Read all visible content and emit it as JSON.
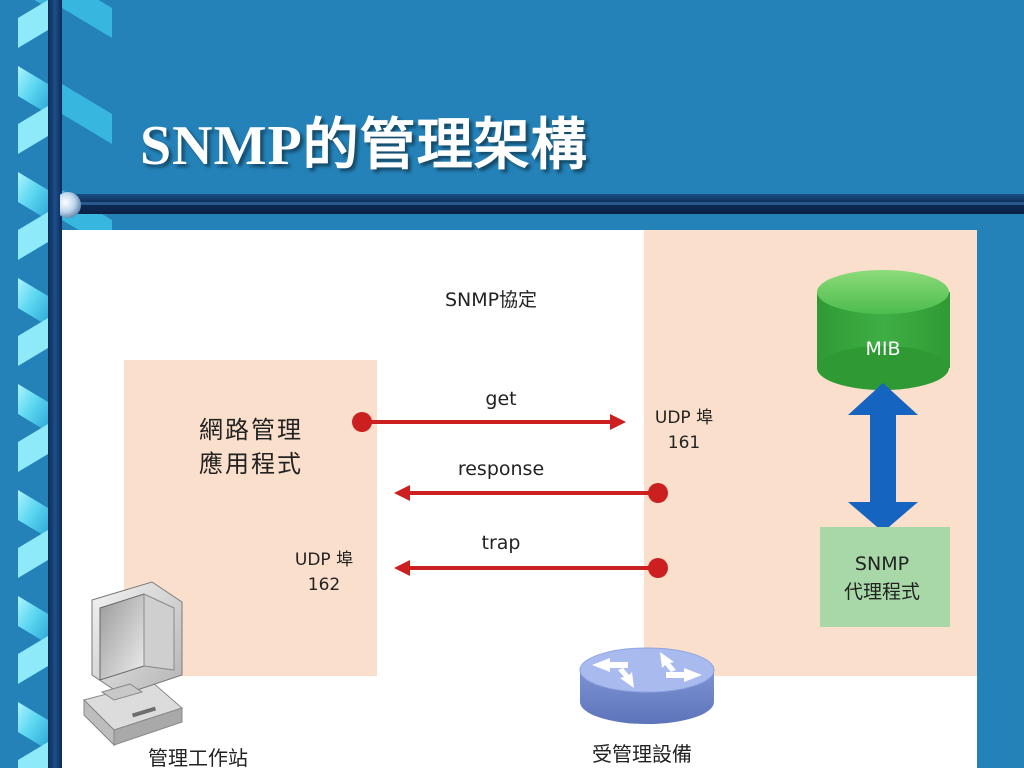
{
  "slide": {
    "title_latin": "SNMP",
    "title_cjk": "的管理架構"
  },
  "diagram": {
    "protocol_label": "SNMP協定",
    "manager": {
      "app_line1": "網路管理",
      "app_line2": "應用程式",
      "udp_label": "UDP 埠",
      "udp_port": "162",
      "caption": "管理工作站"
    },
    "agent": {
      "udp_label": "UDP 埠",
      "udp_port": "161",
      "mib_label": "MIB",
      "agent_line1": "SNMP",
      "agent_line2": "代理程式",
      "caption": "受管理設備"
    },
    "messages": {
      "get": "get",
      "response": "response",
      "trap": "trap"
    }
  },
  "colors": {
    "background": "#2482b8",
    "panel": "#fae0cc",
    "arrow_red": "#cc1f1f",
    "mib_green": "#3fae45",
    "agent_box": "#a8d8a8",
    "double_arrow": "#1565c0",
    "router": "#8fa5e0"
  },
  "icons": [
    "workstation-icon",
    "router-icon",
    "database-icon"
  ]
}
